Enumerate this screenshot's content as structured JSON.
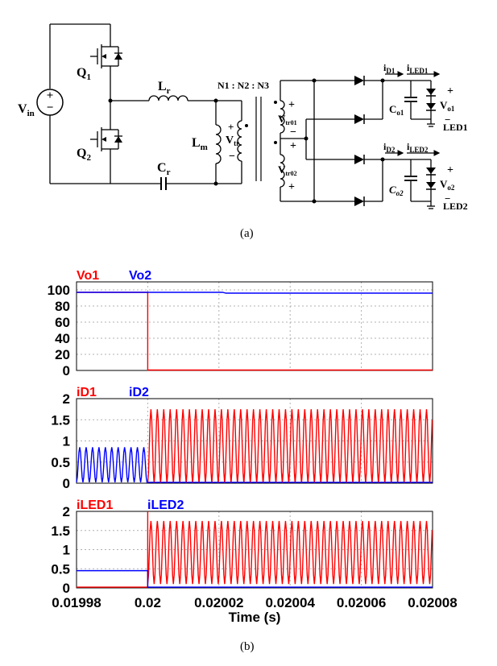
{
  "circuit": {
    "labels": {
      "vin": "V",
      "vin_sub": "in",
      "q1": "Q",
      "q1_sub": "1",
      "q2": "Q",
      "q2_sub": "2",
      "lr": "L",
      "lr_sub": "r",
      "cr": "C",
      "cr_sub": "r",
      "lm": "L",
      "lm_sub": "m",
      "vtr": "V",
      "vtr_sub": "tr",
      "turns": "N1 : N2 : N3",
      "vtr01": "V",
      "vtr01_sub": "tr01",
      "vtr02": "V",
      "vtr02_sub": "tr02",
      "id1": "i",
      "id1_sub": "D1",
      "iled1": "i",
      "iled1_sub": "LED1",
      "id2": "i",
      "id2_sub": "D2",
      "iled2": "i",
      "iled2_sub": "LED2",
      "co1": "C",
      "co1_sub": "o1",
      "co2": "C",
      "co2_sub": "o2",
      "vo1": "V",
      "vo1_sub": "o1",
      "vo2": "V",
      "vo2_sub": "o2",
      "led1": "LED1",
      "led2": "LED2",
      "plus": "+",
      "minus": "−"
    },
    "caption": "(a)"
  },
  "caption_b": "(b)",
  "colors": {
    "red": "#ff0000",
    "blue": "#0000ff",
    "grid": "#b0b0b0"
  },
  "chart_data": [
    {
      "type": "line",
      "legend": [
        "Vo1",
        "Vo2"
      ],
      "xlim": [
        0.01998,
        0.02008
      ],
      "ylim": [
        0,
        110
      ],
      "yticks": [
        "100",
        "80",
        "60",
        "40",
        "20",
        "0"
      ],
      "ytick_values": [
        100,
        80,
        60,
        40,
        20,
        0
      ],
      "series": [
        {
          "name": "Vo1",
          "color": "#ff0000",
          "x": [
            0.01998,
            0.02,
            0.02,
            0.020002,
            0.02008
          ],
          "y": [
            97,
            97,
            0.5,
            0.5,
            0.5
          ]
        },
        {
          "name": "Vo2",
          "color": "#0000ff",
          "x": [
            0.01998,
            0.020021,
            0.020022,
            0.02008
          ],
          "y": [
            97,
            97,
            96,
            96
          ]
        }
      ]
    },
    {
      "type": "line",
      "legend": [
        "iD1",
        "iD2"
      ],
      "xlim": [
        0.01998,
        0.02008
      ],
      "ylim": [
        0,
        2
      ],
      "yticks": [
        "2",
        "1.5",
        "1",
        "0.5",
        "0"
      ],
      "ytick_values": [
        2,
        1.5,
        1,
        0.5,
        0
      ],
      "series": [
        {
          "name": "iD1",
          "color": "#ff0000",
          "ripple": {
            "x_start": 0.02,
            "x_end": 0.02008,
            "min": 0,
            "max": 1.75,
            "period": 1.8e-06
          }
        },
        {
          "name": "iD2",
          "color": "#0000ff",
          "ripple": {
            "x_start": 0.01998,
            "x_end": 0.02,
            "min": 0.02,
            "max": 0.85,
            "period": 1.8e-06
          },
          "after_value": 0.02
        }
      ]
    },
    {
      "type": "line",
      "legend": [
        "iLED1",
        "iLED2"
      ],
      "xlim": [
        0.01998,
        0.02008
      ],
      "ylim": [
        0,
        2
      ],
      "yticks": [
        "2",
        "1.5",
        "1",
        "0.5",
        "0"
      ],
      "ytick_values": [
        2,
        1.5,
        1,
        0.5,
        0
      ],
      "xticks": [
        "0.01998",
        "0.02",
        "0.02002",
        "0.02004",
        "0.02006",
        "0.02008"
      ],
      "xtick_values": [
        0.01998,
        0.02,
        0.02002,
        0.02004,
        0.02006,
        0.02008
      ],
      "xlabel": "Time (s)",
      "series": [
        {
          "name": "iLED1",
          "color": "#ff0000",
          "spike": 2.0,
          "ripple": {
            "x_start": 0.02,
            "x_end": 0.02008,
            "min": 0.1,
            "max": 1.75,
            "period": 1.8e-06
          },
          "before_value": 0.02
        },
        {
          "name": "iLED2",
          "color": "#0000ff",
          "x": [
            0.01998,
            0.02,
            0.02,
            0.02008
          ],
          "y": [
            0.45,
            0.45,
            0.02,
            0.02
          ]
        }
      ]
    }
  ]
}
